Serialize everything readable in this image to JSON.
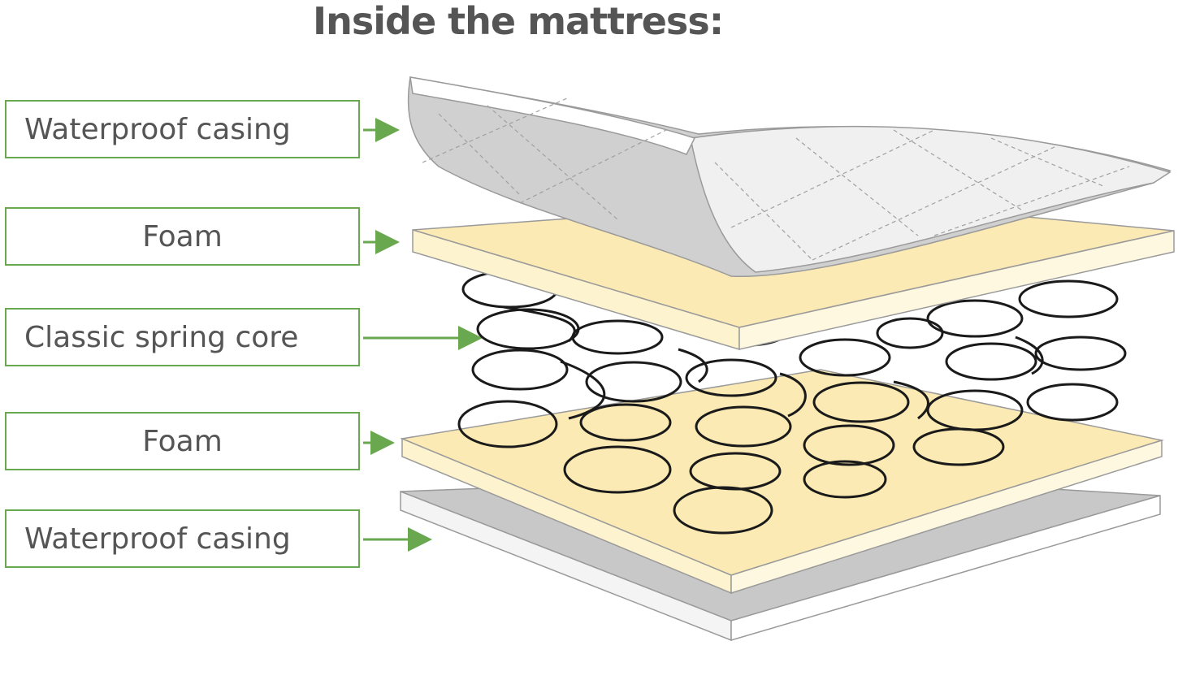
{
  "title": "Inside the mattress:",
  "layers": [
    {
      "label": "Waterproof casing",
      "icon": "waterproof-casing-top"
    },
    {
      "label": "Foam",
      "icon": "foam-top"
    },
    {
      "label": "Classic spring core",
      "icon": "spring-core"
    },
    {
      "label": "Foam",
      "icon": "foam-bottom"
    },
    {
      "label": "Waterproof casing",
      "icon": "waterproof-casing-bottom"
    }
  ],
  "colors": {
    "arrow": "#6aa84f",
    "label_border": "#6aa84f",
    "text": "#555555",
    "foam": "#fbeab4",
    "casing_top": "#e6e6e6",
    "casing_grey": "#bdbdbd",
    "spring": "#1a1a1a"
  }
}
